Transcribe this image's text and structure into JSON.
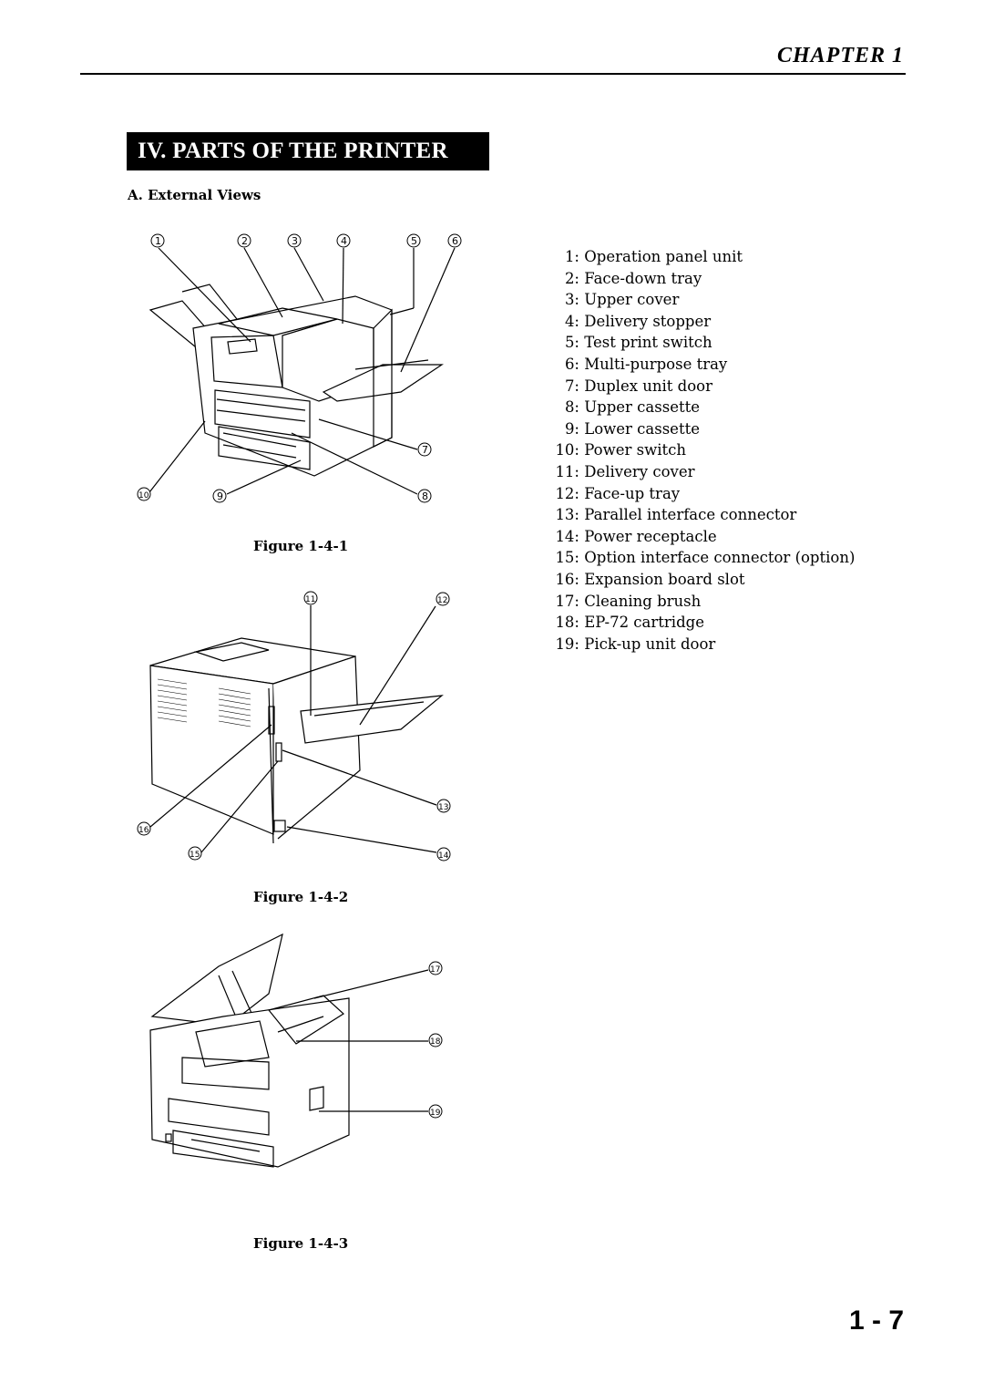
{
  "header": {
    "chapter": "CHAPTER 1"
  },
  "section": {
    "title": "IV. PARTS OF THE PRINTER",
    "subsection": "A. External Views"
  },
  "figures": [
    {
      "caption": "Figure 1-4-1",
      "callouts": [
        "1",
        "2",
        "3",
        "4",
        "5",
        "6",
        "7",
        "8",
        "9",
        "10"
      ]
    },
    {
      "caption": "Figure 1-4-2",
      "callouts": [
        "11",
        "12",
        "13",
        "14",
        "15",
        "16"
      ]
    },
    {
      "caption": "Figure 1-4-3",
      "callouts": [
        "17",
        "18",
        "19"
      ]
    }
  ],
  "parts": [
    {
      "num": "1:",
      "name": "Operation panel unit"
    },
    {
      "num": "2:",
      "name": "Face-down tray"
    },
    {
      "num": "3:",
      "name": "Upper cover"
    },
    {
      "num": "4:",
      "name": "Delivery stopper"
    },
    {
      "num": "5:",
      "name": "Test print switch"
    },
    {
      "num": "6:",
      "name": "Multi-purpose tray"
    },
    {
      "num": "7:",
      "name": "Duplex unit door"
    },
    {
      "num": "8:",
      "name": "Upper cassette"
    },
    {
      "num": "9:",
      "name": "Lower cassette"
    },
    {
      "num": "10:",
      "name": "Power switch"
    },
    {
      "num": "11:",
      "name": "Delivery cover"
    },
    {
      "num": "12:",
      "name": "Face-up tray"
    },
    {
      "num": "13:",
      "name": "Parallel interface connector"
    },
    {
      "num": "14:",
      "name": "Power receptacle"
    },
    {
      "num": "15:",
      "name": "Option interface connector (option)"
    },
    {
      "num": "16:",
      "name": "Expansion board slot"
    },
    {
      "num": "17:",
      "name": "Cleaning brush"
    },
    {
      "num": "18:",
      "name": "EP-72 cartridge"
    },
    {
      "num": "19:",
      "name": "Pick-up unit door"
    }
  ],
  "footer": {
    "page_number": "1 - 7"
  }
}
